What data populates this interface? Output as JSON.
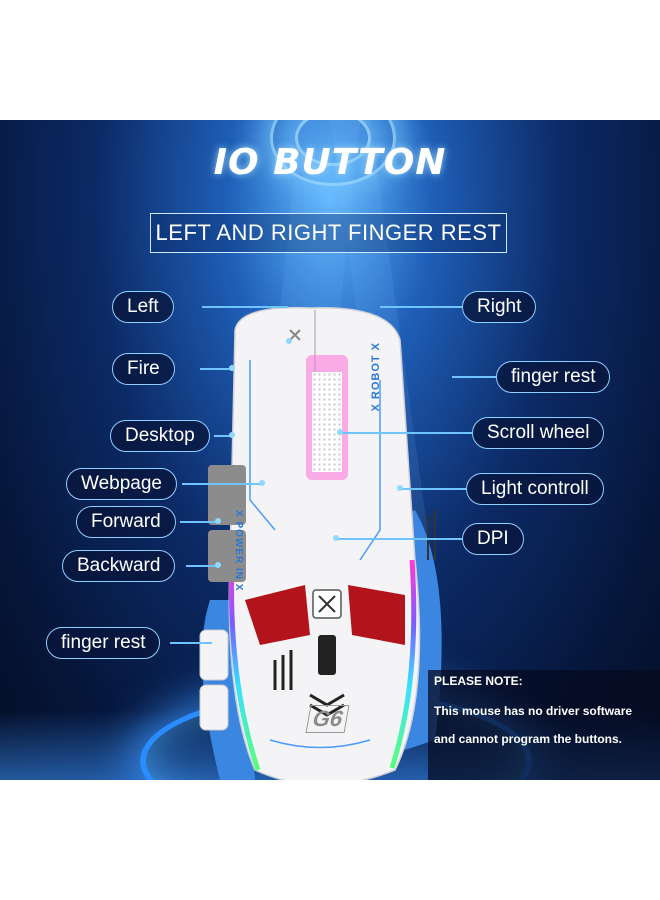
{
  "title": "IO BUTTON",
  "subtitle": "LEFT AND RIGHT FINGER REST",
  "labels": {
    "left": "Left",
    "right": "Right",
    "fire": "Fire",
    "finger_rest_right": "finger rest",
    "desktop": "Desktop",
    "scroll_wheel": "Scroll wheel",
    "webpage": "Webpage",
    "light_control": "Light controll",
    "forward": "Forward",
    "dpi": "DPI",
    "backward": "Backward",
    "finger_rest_left": "finger rest"
  },
  "mouse_printed_text": {
    "robot": "X ROBOT X",
    "power": "X POWER IN X",
    "model": "G6"
  },
  "note": {
    "heading": "PLEASE NOTE:",
    "line1": "This mouse has no driver software",
    "line2": "and cannot program the buttons."
  },
  "colors": {
    "background_dark": "#06163a",
    "glow_blue": "#2a8cff",
    "mouse_body": "#f4f4f6",
    "side_panel_blue": "#3a86e0",
    "accent_red": "#b3141b",
    "side_button_gray": "#8c8c8c"
  }
}
